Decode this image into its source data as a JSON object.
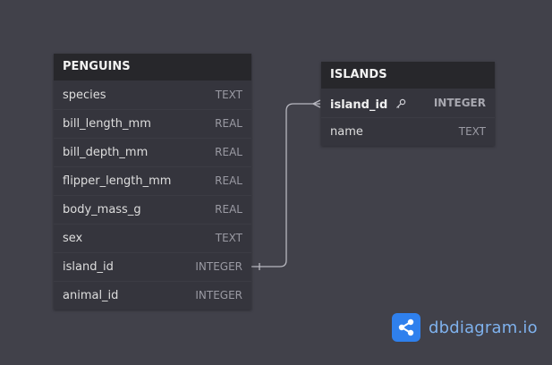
{
  "tables": {
    "penguins": {
      "title": "PENGUINS",
      "fields": [
        {
          "name": "species",
          "type": "TEXT"
        },
        {
          "name": "bill_length_mm",
          "type": "REAL"
        },
        {
          "name": "bill_depth_mm",
          "type": "REAL"
        },
        {
          "name": "flipper_length_mm",
          "type": "REAL"
        },
        {
          "name": "body_mass_g",
          "type": "REAL"
        },
        {
          "name": "sex",
          "type": "TEXT"
        },
        {
          "name": "island_id",
          "type": "INTEGER"
        },
        {
          "name": "animal_id",
          "type": "INTEGER"
        }
      ]
    },
    "islands": {
      "title": "ISLANDS",
      "fields": [
        {
          "name": "island_id",
          "type": "INTEGER",
          "primary_key": true
        },
        {
          "name": "name",
          "type": "TEXT"
        }
      ]
    }
  },
  "relationship": {
    "from": "PENGUINS.island_id",
    "to": "ISLANDS.island_id",
    "from_end": "one",
    "to_end": "many"
  },
  "branding": {
    "logo_text": "dbdiagram.io",
    "icon": "share-nodes-icon"
  },
  "colors": {
    "background": "#41414a",
    "table_body": "#35353d",
    "table_header": "#27272b",
    "accent": "#2f80ed",
    "connector": "#b8b8c0"
  }
}
